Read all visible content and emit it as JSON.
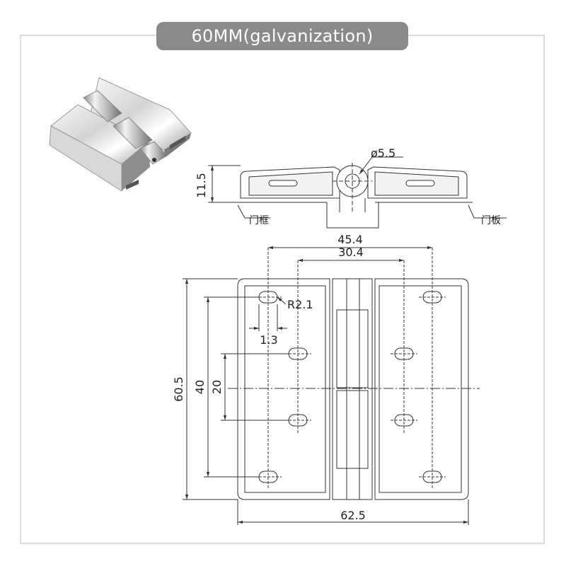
{
  "title": "60MM(galvanization)",
  "side_view": {
    "hole_diameter": "ø5.5",
    "height": "11.5",
    "label_frame": "门框",
    "label_panel": "门板"
  },
  "front_view": {
    "hole_spacing_outer": "45.4",
    "hole_spacing_inner": "30.4",
    "slot_radius": "R2.1",
    "slot_offset": "1.3",
    "overall_height": "60.5",
    "outer_hole_span": "40",
    "inner_hole_span": "20",
    "overall_width": "62.5"
  },
  "colors": {
    "pill": "#8a8a8a",
    "frame": "#dcdcdc",
    "line": "#333333"
  }
}
